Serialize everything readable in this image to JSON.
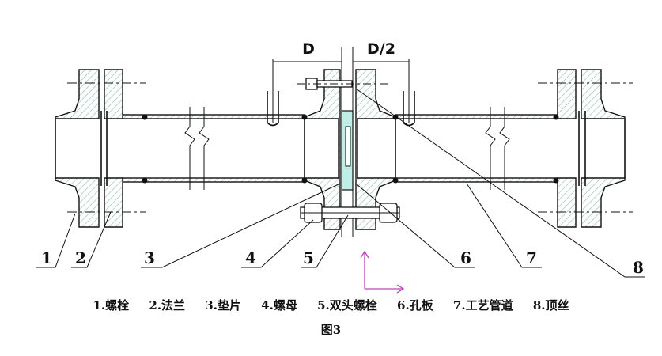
{
  "dimensions": {
    "upstream": "D",
    "downstream": "D/2"
  },
  "callouts": [
    "1",
    "2",
    "3",
    "4",
    "5",
    "6",
    "7",
    "8"
  ],
  "legend": [
    "1.螺栓",
    "2.法兰",
    "3.垫片",
    "4.螺母",
    "5.双头螺栓",
    "6.孔板",
    "7.工艺管道",
    "8.顶丝"
  ],
  "caption": "图3",
  "colors": {
    "line": "#111111",
    "gasket": "#bfeee6",
    "axis": "#c040c0"
  }
}
